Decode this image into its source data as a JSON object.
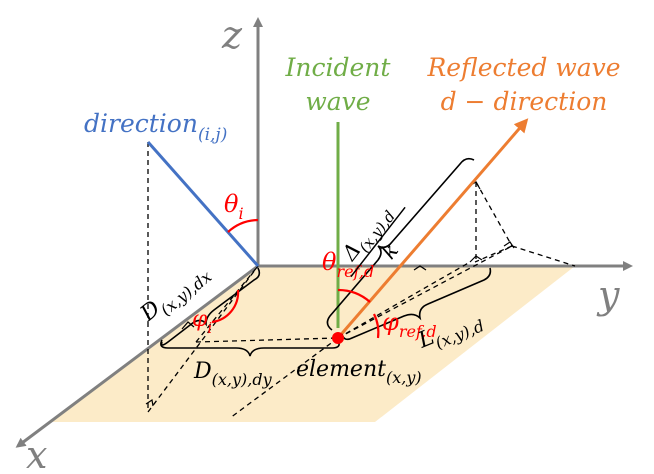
{
  "axes": {
    "z_label": "z",
    "y_label": "y",
    "x_label": "x"
  },
  "incident": {
    "line1": "Incident",
    "line2": "wave",
    "color": "#70ad47"
  },
  "reflected": {
    "line1": "Reflected wave",
    "line2": "d − direction",
    "color": "#ed7d31"
  },
  "direction": {
    "base": "direction",
    "sub": "(i,j)",
    "color": "#4472c4"
  },
  "angles": {
    "theta_i": {
      "base": "θ",
      "sub": "i"
    },
    "phi_i": {
      "base": "φ",
      "sub": "i"
    },
    "theta_ref": {
      "base": "θ",
      "sub": "ref,d"
    },
    "phi_ref": {
      "base": "φ",
      "sub": "ref,d"
    },
    "color": "#ff0000"
  },
  "distances": {
    "dx": {
      "base": "D",
      "sub": "(x,y),dx"
    },
    "dy": {
      "base": "D",
      "sub": "(x,y),dy"
    },
    "L": {
      "base": "L",
      "sub": "(x,y),d"
    },
    "delta_num": {
      "base": "Δ",
      "sub": "(x,y),d"
    },
    "delta_den": "k"
  },
  "element": {
    "base": "element",
    "sub": "(x,y)"
  },
  "colors": {
    "plane": "#fcebc8",
    "axis": "#808080",
    "point": "#ff0000"
  }
}
